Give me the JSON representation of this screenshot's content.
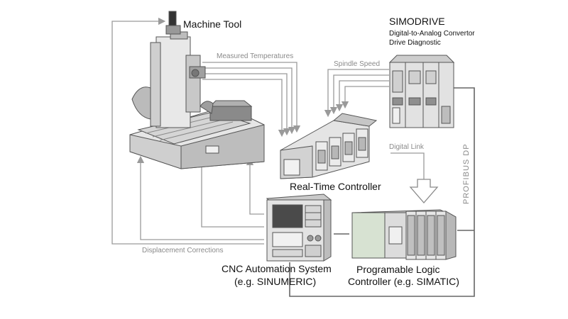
{
  "components": {
    "machine_tool": "Machine Tool",
    "simodrive": {
      "title": "SIMODRIVE",
      "line1": "Digital-to-Analog Convertor",
      "line2": "Drive Diagnostic"
    },
    "realtime_controller": "Real-Time Controller",
    "cnc": {
      "line1": "CNC Automation System",
      "line2": "(e.g. SINUMERIC)"
    },
    "plc": {
      "line1": "Programable Logic",
      "line2": "Controller (e.g. SIMATIC)"
    }
  },
  "flows": {
    "measured_temperatures": "Measured Temperatures",
    "spindle_speed": "Spindle Speed",
    "digital_link": "Digital Link",
    "displacement_corrections": "Displacement Corrections",
    "profibus": "PROFIBUS DP"
  },
  "colors": {
    "arrow": "#9a9a9a",
    "bus_line": "#666666",
    "device_body": "#e2e2e2",
    "device_dark": "#8f8f8f",
    "module_green": "#d7e2d2"
  }
}
